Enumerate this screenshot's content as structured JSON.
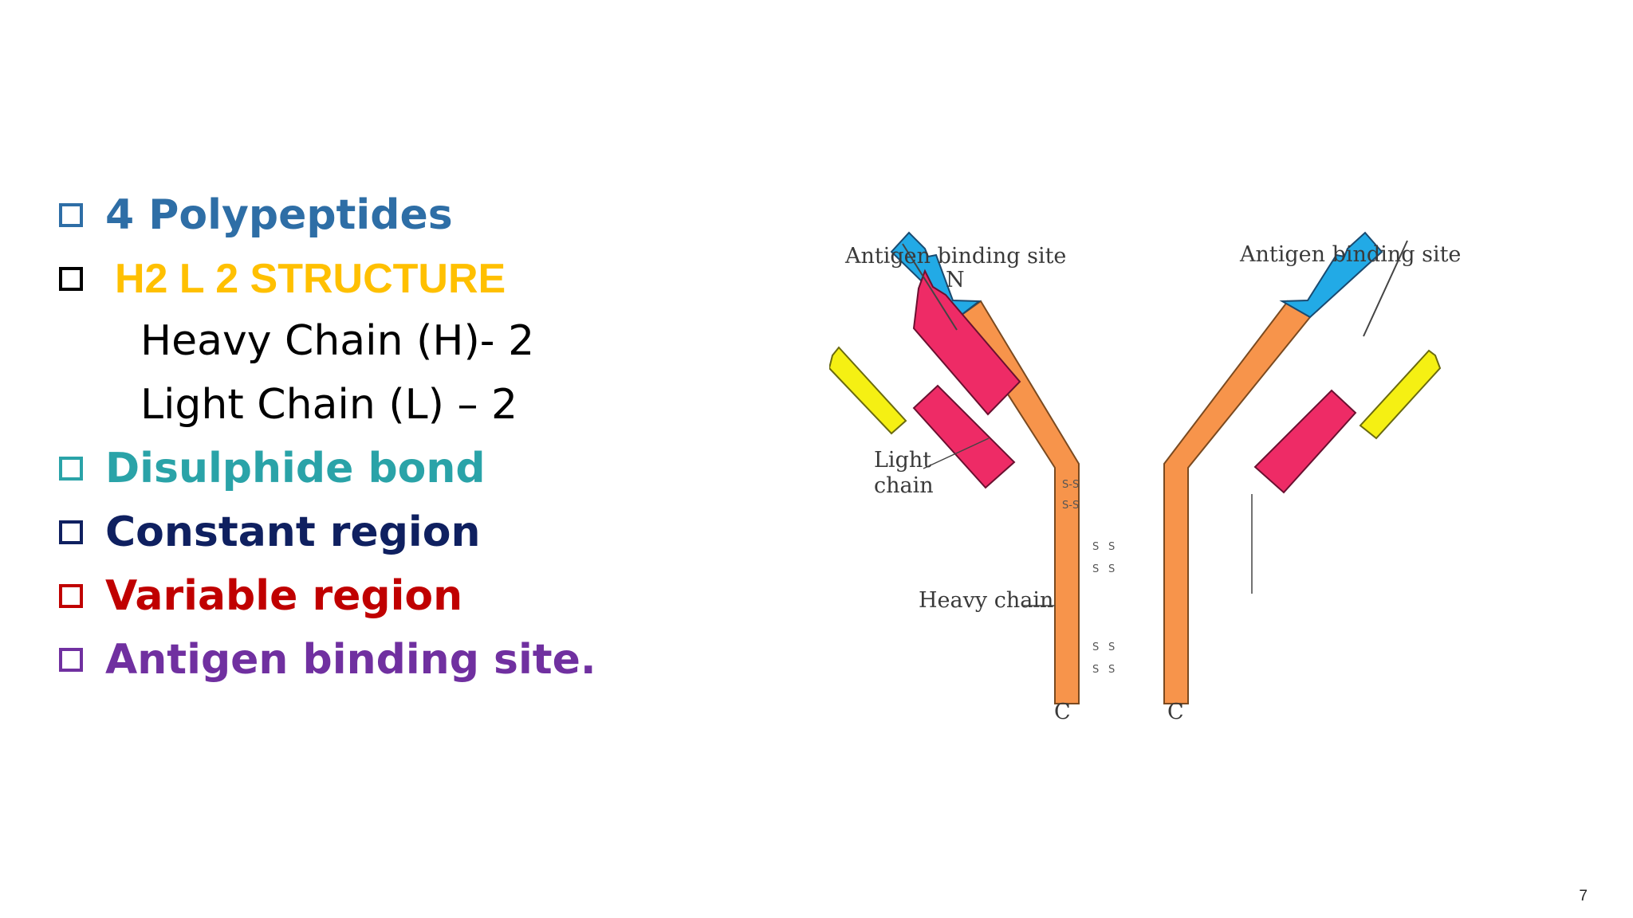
{
  "bullets": [
    {
      "label": "4 Polypeptides",
      "color": "#2E6EA6",
      "box": true
    },
    {
      "label": "H2 L 2 STRUCTURE",
      "color": "#FFC000",
      "box": true
    },
    {
      "label": "Heavy Chain (H)- 2",
      "color": "#000000",
      "box": false
    },
    {
      "label": "Light Chain (L) – 2",
      "color": "#000000",
      "box": false
    },
    {
      "label": "Disulphide bond",
      "color": "#2AA3A8",
      "box": true
    },
    {
      "label": "Constant region",
      "color": "#0F2060",
      "box": true
    },
    {
      "label": "Variable region",
      "color": "#C00000",
      "box": true
    },
    {
      "label": "Antigen binding site.",
      "color": "#7030A0",
      "box": true
    }
  ],
  "diagram": {
    "antigen_left": "Antigen binding site",
    "antigen_right": "Antigen binding site",
    "n_terminus": "N",
    "light_chain_1": "Light",
    "light_chain_2": "chain",
    "heavy_chain": "Heavy chain",
    "c_left": "C",
    "c_right": "C",
    "disulphide": "S",
    "ss_bond": "S-S",
    "colors": {
      "heavy_constant": "#F7944B",
      "heavy_variable": "#22AAE6",
      "light_variable": "#F5F013",
      "light_constant": "#EE2B66"
    }
  },
  "page_number": "7"
}
